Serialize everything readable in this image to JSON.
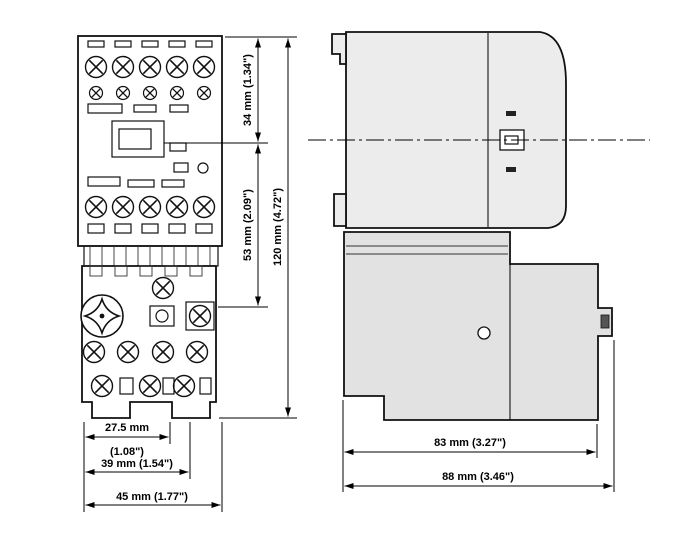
{
  "front_view": {
    "dims": {
      "height_upper": "34 mm (1.34\")",
      "height_lower": "53 mm (2.09\")",
      "height_total": "120 mm (4.72\")",
      "width_inner_mm": "27.5 mm",
      "width_inner_in": "(1.08\")",
      "width_mid": "39 mm (1.54\")",
      "width_total": "45 mm (1.77\")"
    }
  },
  "side_view": {
    "dims": {
      "depth_body": "83 mm (3.27\")",
      "depth_total": "88 mm (3.46\")"
    }
  }
}
